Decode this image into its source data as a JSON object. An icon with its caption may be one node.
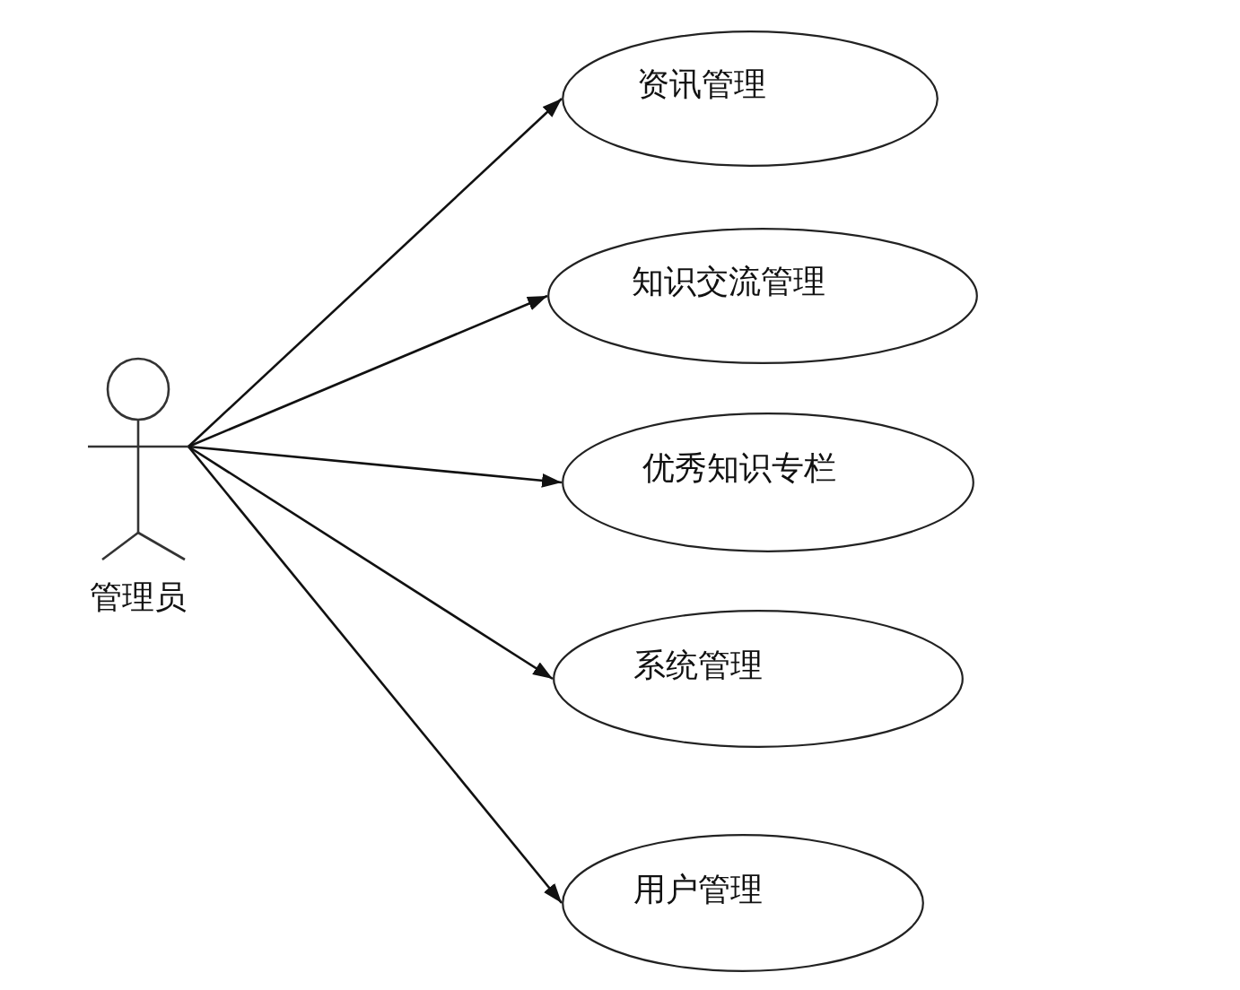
{
  "diagram": {
    "nodes": [
      {
        "text": [
          "管理员"
        ]
      },
      {
        "text": [
          "资讯管理"
        ]
      },
      {
        "text": [
          "知识交流管理"
        ]
      },
      {
        "text": [
          "优秀知识专栏"
        ]
      },
      {
        "text": [
          "系统管理"
        ]
      },
      {
        "text": [
          "用户管理"
        ]
      }
    ],
    "edges": [
      {
        "from": 0,
        "to": 1,
        "arrow": "to"
      },
      {
        "from": 0,
        "to": 2,
        "arrow": "to"
      },
      {
        "from": 0,
        "to": 3,
        "arrow": "to"
      },
      {
        "from": 0,
        "to": 4,
        "arrow": "to"
      },
      {
        "from": 0,
        "to": 5,
        "arrow": "to"
      }
    ]
  }
}
